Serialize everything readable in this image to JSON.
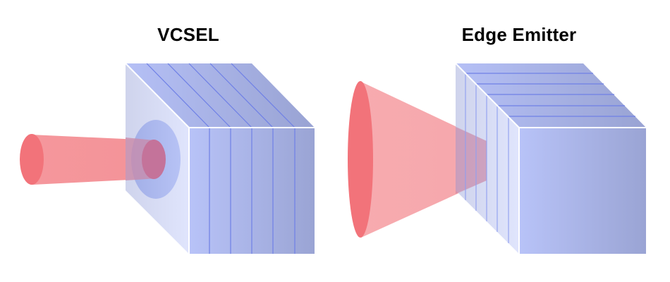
{
  "diagram": {
    "panels": [
      {
        "id": "vcsel",
        "title": "VCSEL",
        "emission": "surface (perpendicular to layers)",
        "beam_shape": "narrow circular cylinder",
        "layer_count": 6,
        "layer_orientation": "vertical stripes on front face, diagonal on top face"
      },
      {
        "id": "edge-emitter",
        "title": "Edge Emitter",
        "emission": "edge (parallel to layers)",
        "beam_shape": "wide diverging cone",
        "layer_count": 6,
        "layer_orientation": "horizontal stripes on top face, vertical on side face"
      }
    ],
    "colors": {
      "cube_light": "#b8c3f8",
      "cube_dark": "#9aa4d4",
      "side_light": "#c6cceb",
      "side_face": "#d6dcfa",
      "layer_line": "#6f80e6",
      "beam_fill": "#f4898f",
      "beam_end": "#f2737a",
      "aperture": "#a3b1ec",
      "edge_highlight": "#ffffff"
    }
  }
}
